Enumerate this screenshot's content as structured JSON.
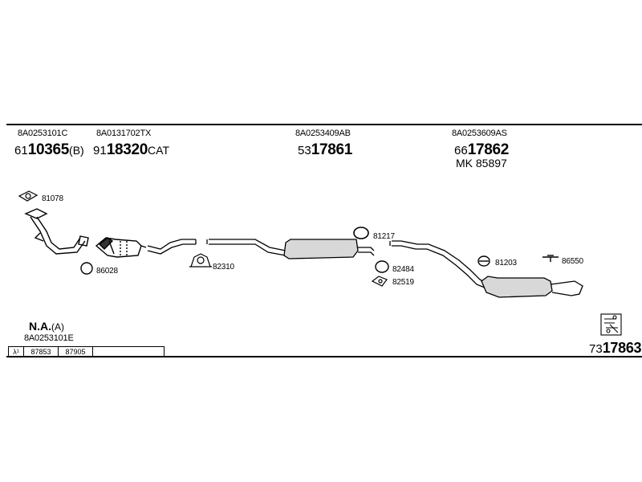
{
  "header": {
    "groups": [
      {
        "code": "8A0253101C",
        "prefix": "61",
        "main": "10365",
        "suffix": "(B)"
      },
      {
        "code": "8A0131702TX",
        "prefix": "91",
        "main": "18320",
        "suffix": "CAT"
      },
      {
        "code": "8A0253409AB",
        "prefix": "53",
        "main": "17861",
        "suffix": ""
      },
      {
        "code": "8A0253609AS",
        "prefix": "66",
        "main": "17862",
        "suffix": ""
      }
    ],
    "mk_label": "MK 85897"
  },
  "parts": {
    "p81078": "81078",
    "p86028": "86028",
    "p82310": "82310",
    "p81217": "81217",
    "p82484": "82484",
    "p82519": "82519",
    "p81203": "81203",
    "p86550": "86550"
  },
  "footer": {
    "na_label": "N.A.",
    "na_suffix": "(A)",
    "na_code": "8A0253101E",
    "lambda_symbol": "λ¹",
    "lambda_parts": [
      "87853",
      "87905"
    ],
    "kit_prefix": "73",
    "kit_main": "17863"
  }
}
